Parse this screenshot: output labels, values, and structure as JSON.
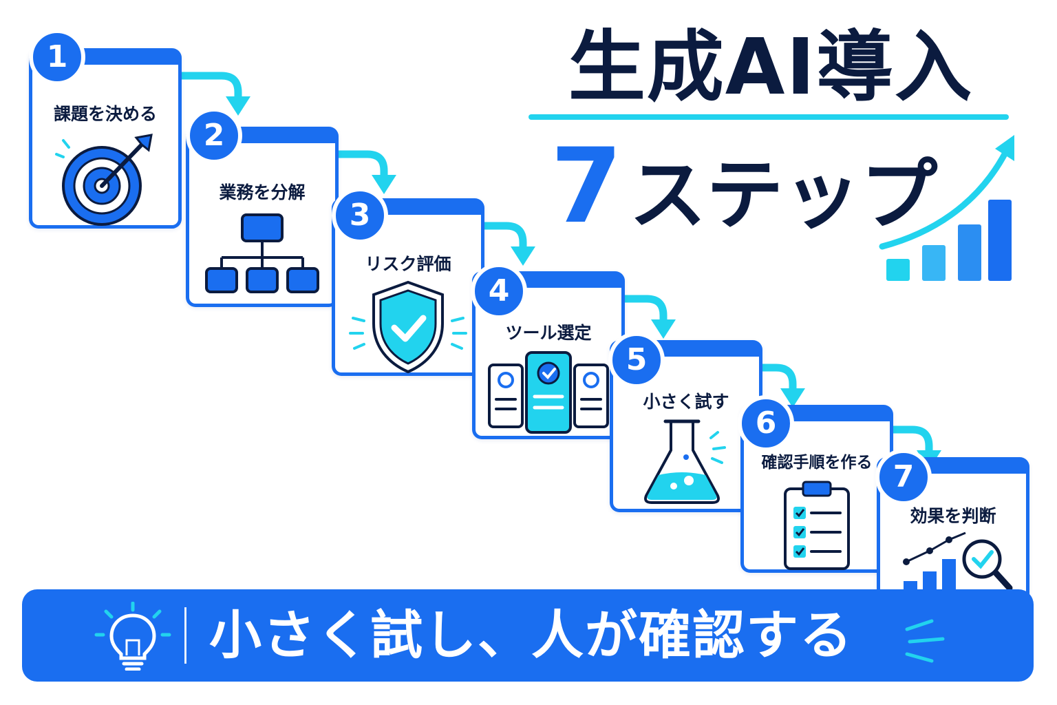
{
  "title": {
    "main": "生成AI導入",
    "sub_number": "7",
    "sub_word": "ステップ"
  },
  "steps": [
    {
      "number": "1",
      "label": "課題を決める",
      "icon": "target-arrow-icon"
    },
    {
      "number": "2",
      "label": "業務を分解",
      "icon": "org-chart-icon"
    },
    {
      "number": "3",
      "label": "リスク評価",
      "icon": "shield-check-icon"
    },
    {
      "number": "4",
      "label": "ツール選定",
      "icon": "tool-cards-icon"
    },
    {
      "number": "5",
      "label": "小さく試す",
      "icon": "flask-icon"
    },
    {
      "number": "6",
      "label": "確認手順を作る",
      "icon": "clipboard-checklist-icon"
    },
    {
      "number": "7",
      "label": "効果を判断",
      "icon": "chart-magnifier-icon"
    }
  ],
  "banner": {
    "text": "小さく試し、人が確認する",
    "icon": "lightbulb-icon"
  },
  "colors": {
    "primary": "#1a6ef0",
    "accent": "#22d3ee",
    "navy": "#0b1b3f"
  }
}
